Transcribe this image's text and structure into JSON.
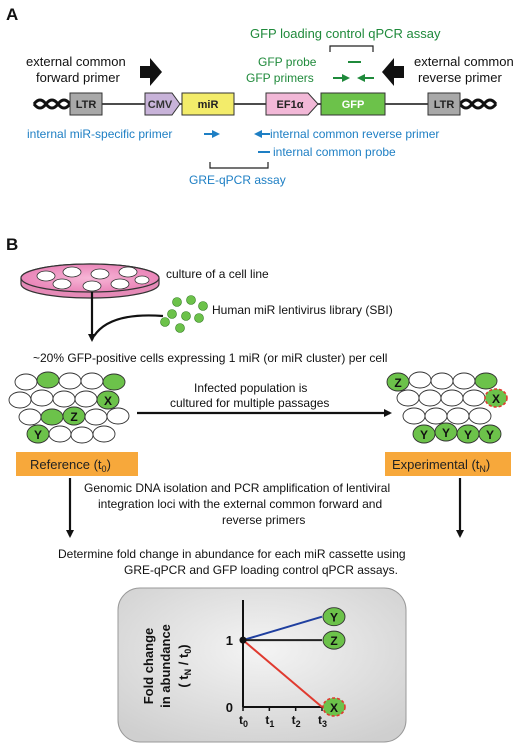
{
  "panel_a": {
    "label": "A",
    "gfp_assay_title": "GFP loading control qPCR assay",
    "ext_fwd_line1": "external common",
    "ext_fwd_line2": "forward primer",
    "ext_rev_line1": "external common",
    "ext_rev_line2": "reverse primer",
    "gfp_probe": "GFP probe",
    "gfp_primers": "GFP primers",
    "boxes": {
      "ltr_left": "LTR",
      "cmv": "CMV",
      "mir": "miR",
      "ef1a": "EF1α",
      "gfp": "GFP",
      "ltr_right": "LTR"
    },
    "internal_mir_primer": "internal miR-specific primer",
    "internal_rev_primer": "internal common reverse primer",
    "internal_probe": "internal common probe",
    "gre_assay": "GRE-qPCR assay"
  },
  "panel_b": {
    "label": "B",
    "culture_text": "culture of a cell line",
    "library_text": "Human miR lentivirus library (SBI)",
    "gfp_cells_text": "~20% GFP-positive cells expressing 1 miR (or miR cluster) per cell",
    "infected_line1": "Infected population is",
    "infected_line2": "cultured for multiple passages",
    "reference_label": "Reference (t",
    "reference_sub": "0",
    "reference_close": ")",
    "experimental_label": "Experimental (t",
    "experimental_sub": "N",
    "experimental_close": ")",
    "genomic_line1": "Genomic DNA isolation and PCR amplification of lentiviral",
    "genomic_line2": "integration loci with the external common forward and",
    "genomic_line3": "reverse primers",
    "determine_line1": "Determine fold change in abundance for each miR cassette using",
    "determine_line2": "GRE-qPCR and GFP loading control qPCR assays.",
    "cell_letters": {
      "x": "X",
      "y": "Y",
      "z": "Z"
    }
  },
  "chart_data": {
    "type": "line",
    "ylabel_line1": "Fold change",
    "ylabel_line2": "in abundance",
    "ylabel_line3_main": "( t",
    "ylabel_line3_sub1": "N",
    "ylabel_line3_mid": " / t",
    "ylabel_line3_sub2": "0",
    "ylabel_line3_end": ")",
    "y_ticks": [
      "1",
      "0"
    ],
    "x_ticks": [
      {
        "main": "t",
        "sub": "0"
      },
      {
        "main": "t",
        "sub": "1"
      },
      {
        "main": "t",
        "sub": "2"
      },
      {
        "main": "t",
        "sub": "3"
      }
    ],
    "ylim": [
      0,
      1.6
    ],
    "xlim": [
      0,
      3
    ],
    "series": [
      {
        "name": "Y",
        "x": [
          0,
          3
        ],
        "y": [
          1,
          1.35
        ],
        "color": "#1f3f9f"
      },
      {
        "name": "Z",
        "x": [
          0,
          3
        ],
        "y": [
          1,
          1
        ],
        "color": "#222222"
      },
      {
        "name": "X",
        "x": [
          0,
          3
        ],
        "y": [
          1,
          0
        ],
        "color": "#e03a2f"
      }
    ]
  },
  "colors": {
    "green_text": "#1f8a3b",
    "blue_text": "#1e7fc4",
    "cell_green": "#6cc24a",
    "label_orange": "#f7a83b",
    "ltr_gray": "#a8a8a8",
    "mir_yellow": "#f3ec6a",
    "cmv_purple": "#c8b3d9",
    "ef1a_pink": "#f2b8d7",
    "dish_pink": "#ef8fc0"
  }
}
